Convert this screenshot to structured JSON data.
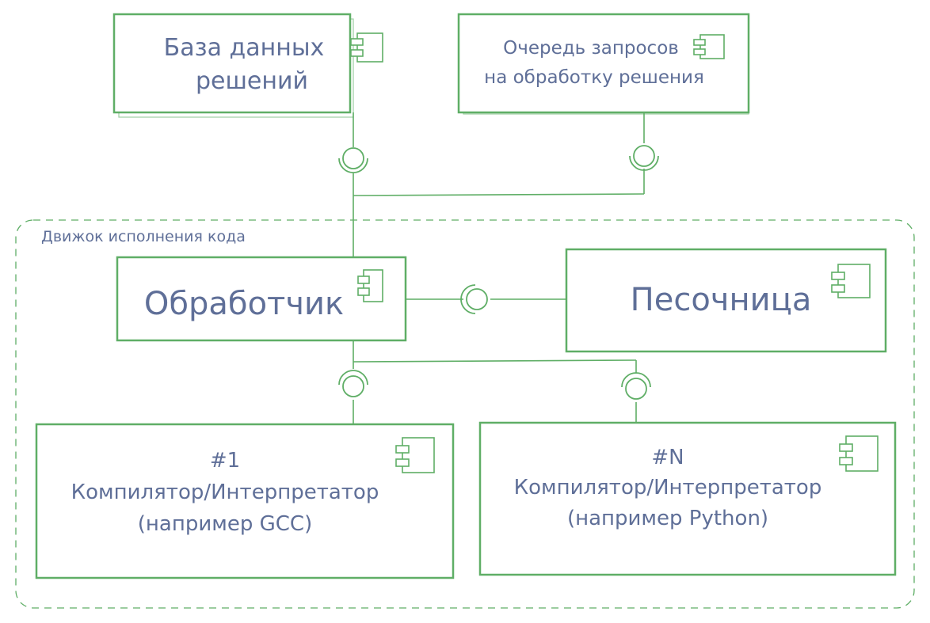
{
  "container": {
    "label": "Движок исполнения кода"
  },
  "components": {
    "database": {
      "lines": [
        "База данных",
        "решений"
      ]
    },
    "queue": {
      "lines": [
        "Очередь запросов",
        "на обработку решения"
      ]
    },
    "handler": {
      "lines": [
        "Обработчик"
      ]
    },
    "sandbox": {
      "lines": [
        "Песочница"
      ]
    },
    "compiler_1": {
      "lines": [
        "#1",
        "Компилятор/Интерпретатор",
        "(например GCC)"
      ]
    },
    "compiler_n": {
      "lines": [
        "#N",
        "Компилятор/Интерпретатор",
        "(например Python)"
      ]
    }
  },
  "icons": {
    "component": "component-icon",
    "interface": "lollipop-interface-icon"
  },
  "colors": {
    "stroke": "#5fae66",
    "text": "#5f6f98",
    "background": "#ffffff"
  }
}
